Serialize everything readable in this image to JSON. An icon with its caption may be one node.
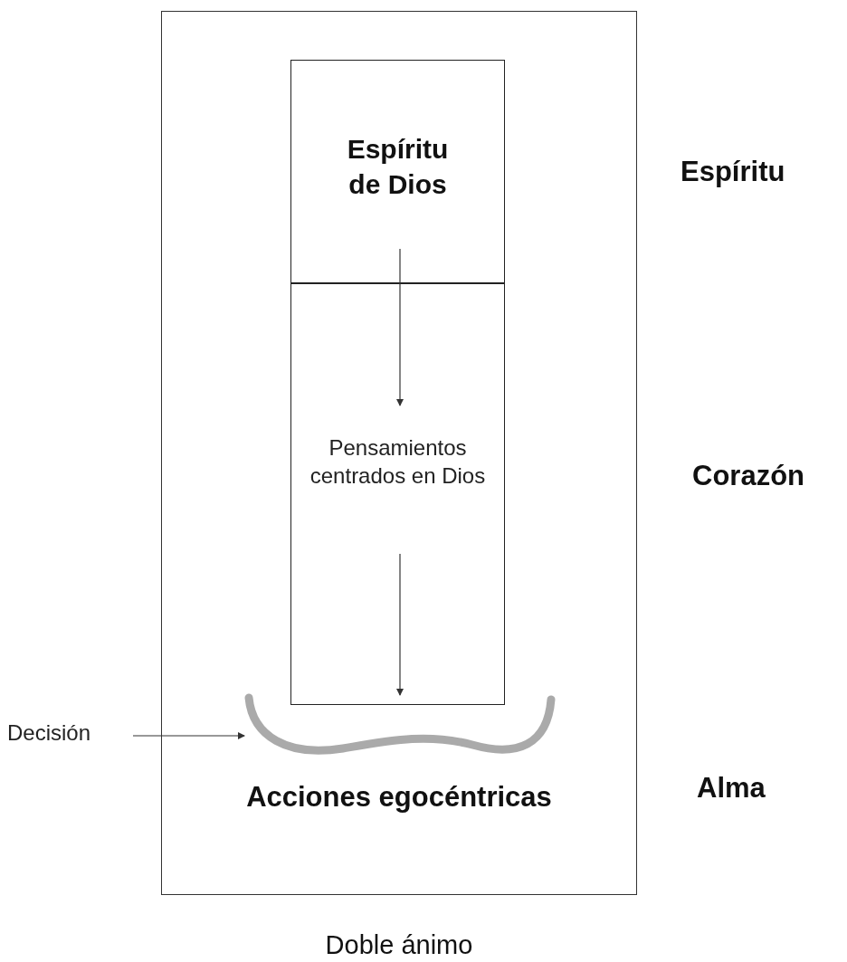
{
  "diagram": {
    "caption": "Doble ánimo",
    "nodes": [
      {
        "text": [
          "Acciones egocéntricas"
        ]
      },
      {
        "text": [
          "Espíritu de Dios"
        ],
        "in": 0
      },
      {
        "text": [
          "Pensamientos centrados en Dios"
        ],
        "in": 0
      },
      {
        "text": [],
        "shape": "curve",
        "in": 0
      },
      {
        "text": [
          "Decisión"
        ]
      }
    ],
    "edges": [
      {
        "from": 1,
        "to": 2,
        "arrow": "to"
      },
      {
        "from": 2,
        "to": 3,
        "arrow": "to"
      },
      {
        "from": 4,
        "to": 3,
        "arrow": "to"
      }
    ],
    "labels": [
      "Espíritu",
      "Corazón",
      "Alma"
    ]
  }
}
